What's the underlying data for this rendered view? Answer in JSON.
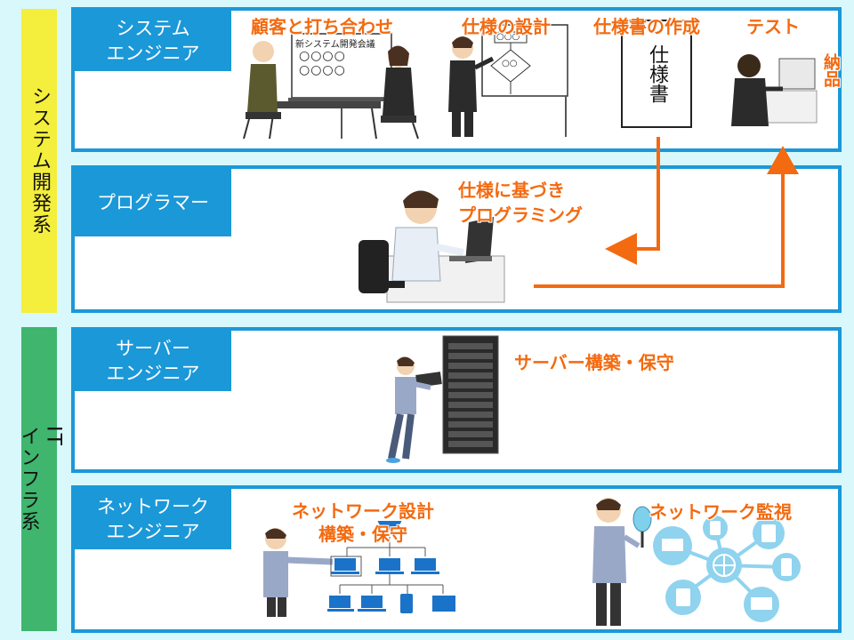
{
  "categories": {
    "dev": "システム開発系",
    "infra": "IT\nインフラ系"
  },
  "roles": {
    "system_engineer": "システム\nエンジニア",
    "programmer": "プログラマー",
    "server_engineer": "サーバー\nエンジニア",
    "network_engineer": "ネットワーク\nエンジニア"
  },
  "tasks": {
    "meeting": "顧客と打ち合わせ",
    "spec_design": "仕様の設計",
    "spec_writing": "仕様書の作成",
    "test": "テスト",
    "delivery": "納品",
    "programming": "仕様に基づき\nプログラミング",
    "server_build": "サーバー構築・保守",
    "network_design": "ネットワーク設計\n構築・保守",
    "network_monitor": "ネットワーク監視"
  },
  "doc_label": "仕様書",
  "whiteboard_title": "新システム開発会議",
  "whiteboard_marks": "○○○○\n○○○○",
  "design_marks": {
    "top": "○○○",
    "mid": "○○"
  },
  "colors": {
    "accent": "#f36a10",
    "panel_border": "#1b98d8",
    "dev": "#f4ee3c",
    "infra": "#3fb56e"
  }
}
